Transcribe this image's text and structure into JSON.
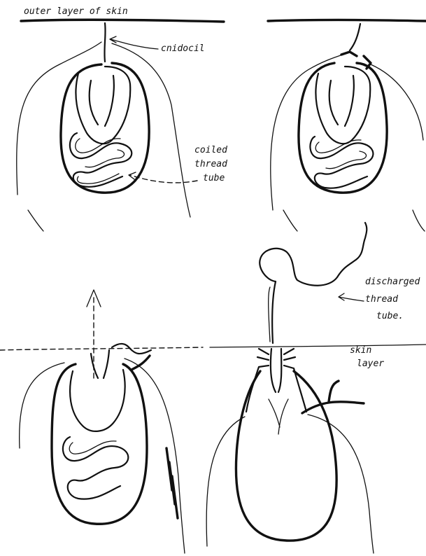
{
  "labels": {
    "outer_layer": "outer layer of skin",
    "cnidocil": "cnidocil",
    "coiled_1": "coiled",
    "coiled_2": "thread",
    "coiled_3": "tube",
    "discharged_1": "discharged",
    "discharged_2": "thread",
    "discharged_3": "tube.",
    "skin_1": "skin",
    "skin_2": "layer"
  },
  "colors": {
    "ink": "#111111",
    "paper": "#ffffff"
  }
}
